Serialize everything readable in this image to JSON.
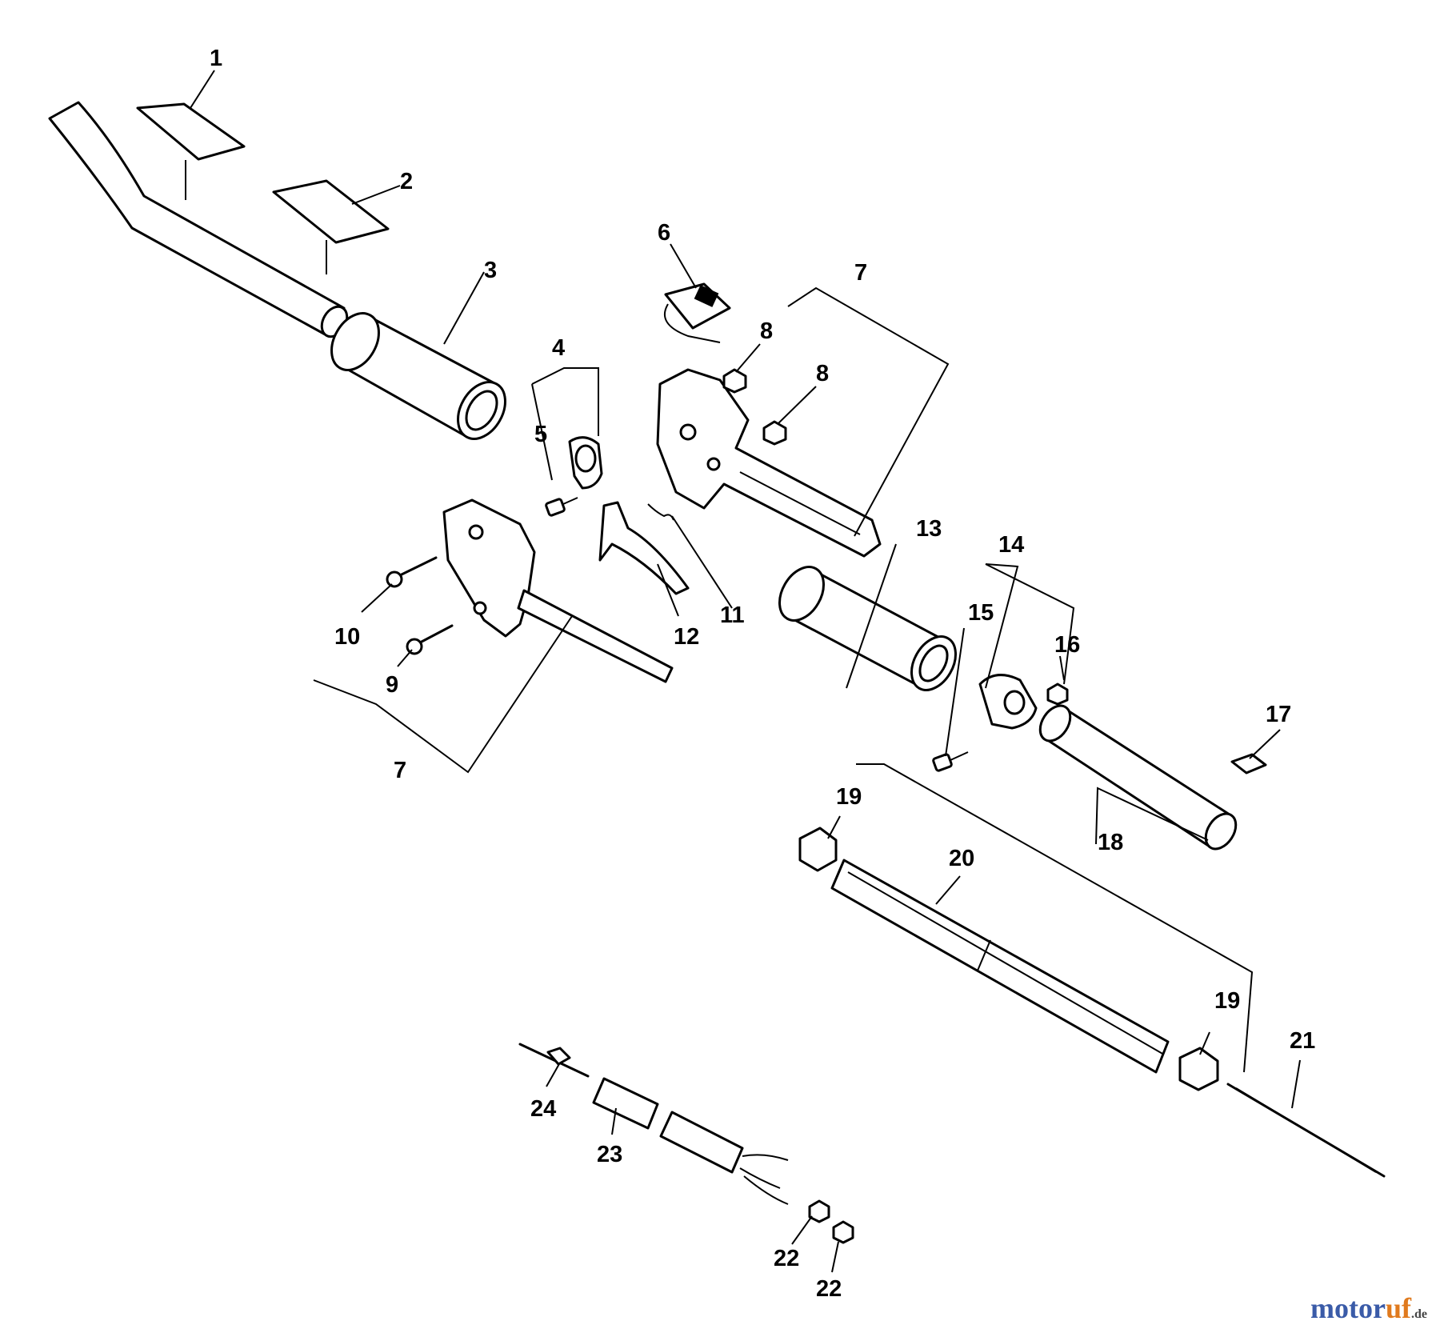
{
  "diagram": {
    "type": "exploded-parts-diagram",
    "callouts": [
      {
        "id": "c1",
        "label": "1"
      },
      {
        "id": "c2",
        "label": "2"
      },
      {
        "id": "c3",
        "label": "3"
      },
      {
        "id": "c4",
        "label": "4"
      },
      {
        "id": "c5",
        "label": "5"
      },
      {
        "id": "c6",
        "label": "6"
      },
      {
        "id": "c7a",
        "label": "7"
      },
      {
        "id": "c7b",
        "label": "7"
      },
      {
        "id": "c8a",
        "label": "8"
      },
      {
        "id": "c8b",
        "label": "8"
      },
      {
        "id": "c9",
        "label": "9"
      },
      {
        "id": "c10",
        "label": "10"
      },
      {
        "id": "c11",
        "label": "11"
      },
      {
        "id": "c12",
        "label": "12"
      },
      {
        "id": "c13",
        "label": "13"
      },
      {
        "id": "c14",
        "label": "14"
      },
      {
        "id": "c15",
        "label": "15"
      },
      {
        "id": "c16",
        "label": "16"
      },
      {
        "id": "c17",
        "label": "17"
      },
      {
        "id": "c18",
        "label": "18"
      },
      {
        "id": "c19a",
        "label": "19"
      },
      {
        "id": "c19b",
        "label": "19"
      },
      {
        "id": "c20",
        "label": "20"
      },
      {
        "id": "c21",
        "label": "21"
      },
      {
        "id": "c22a",
        "label": "22"
      },
      {
        "id": "c22b",
        "label": "22"
      },
      {
        "id": "c23",
        "label": "23"
      },
      {
        "id": "c24",
        "label": "24"
      }
    ]
  },
  "watermark": {
    "part1": "motor",
    "part2": "uf",
    "suffix": ".de"
  }
}
